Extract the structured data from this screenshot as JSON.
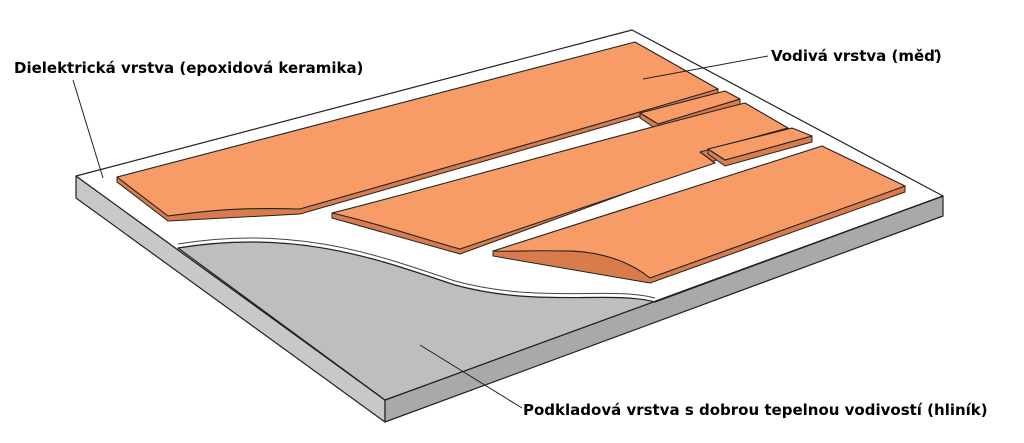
{
  "labels": {
    "dielectric": "Dielektrická vrstva (epoxidová keramika)",
    "conductive": "Vodivá vrstva (měď)",
    "substrate": "Podkladová vrstva s dobrou tepelnou vodivostí (hliník)"
  },
  "colors": {
    "copper": "#F79B67",
    "copper_edge": "#D97C4C",
    "dielectric": "#FFFFFF",
    "aluminium_top": "#BEBEBE",
    "aluminium_side": "#C8C8C8",
    "aluminium_front": "#A9A9A9",
    "outline": "#222222"
  }
}
